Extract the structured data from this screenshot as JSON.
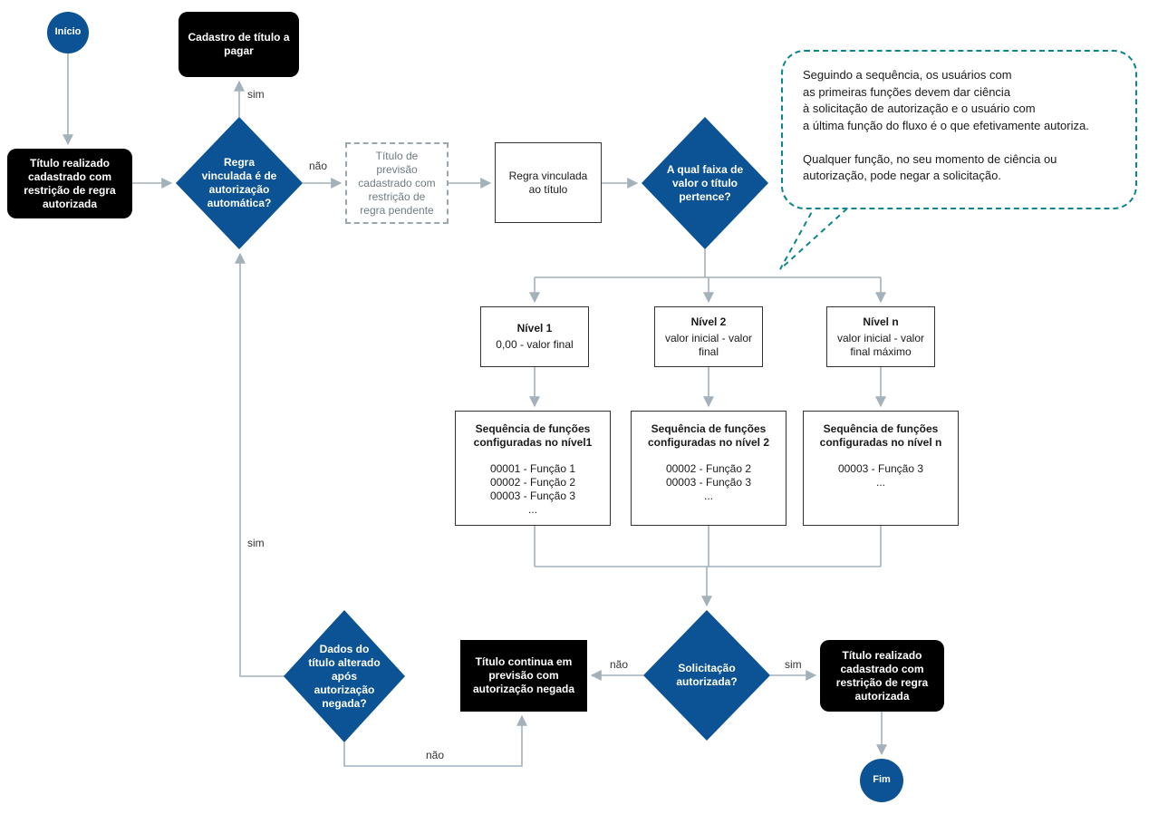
{
  "colors": {
    "node_blue": "#0b5394",
    "node_black": "#000000",
    "edge_gray": "#a3b1bb",
    "bubble_border_teal": "#0c858c",
    "dashed_box_border": "#9aa7ad"
  },
  "nodes": {
    "start": {
      "label": "Início"
    },
    "end": {
      "label": "Fim"
    },
    "cadastro_titulo": {
      "label": "Cadastro de título a pagar"
    },
    "titulo_realizado_left": {
      "label": "Título realizado cadastrado com restrição de regra autorizada"
    },
    "regra_decision": {
      "label": "Regra vinculada é de autorização automática?"
    },
    "titulo_previsao_pendente": {
      "label": "Título de previsão cadastrado com restrição de regra pendente"
    },
    "regra_vinculada_titulo": {
      "label": "Regra vinculada ao título"
    },
    "faixa_decision": {
      "label": "A qual faixa de valor o título pertence?"
    },
    "nivel1": {
      "title": "Nível 1",
      "subtitle": "0,00 - valor final"
    },
    "nivel2": {
      "title": "Nível 2",
      "subtitle": "valor inicial - valor final"
    },
    "niveln": {
      "title": "Nível n",
      "subtitle": "valor inicial - valor final máximo"
    },
    "seq1": {
      "title": "Sequência de funções configuradas no nível1",
      "items": [
        "00001 - Função 1",
        "00002 - Função 2",
        "00003 - Função 3",
        "..."
      ]
    },
    "seq2": {
      "title": "Sequência de funções configuradas no nível 2",
      "items": [
        "00002 - Função 2",
        "00003 - Função 3",
        "..."
      ]
    },
    "seqn": {
      "title": "Sequência de funções configuradas no nível n",
      "items": [
        "00003 - Função 3",
        "..."
      ]
    },
    "solicitacao_decision": {
      "label": "Solicitação autorizada?"
    },
    "titulo_continua": {
      "label": "Título continua em previsão com autorização negada"
    },
    "dados_decision": {
      "label": "Dados do título alterado após autorização negada?"
    },
    "titulo_realizado_right": {
      "label": "Título realizado cadastrado com restrição de regra autorizada"
    }
  },
  "edge_labels": {
    "regra_sim": "sim",
    "regra_nao": "não",
    "dados_sim": "sim",
    "dados_nao": "não",
    "solicitacao_nao": "não",
    "solicitacao_sim": "sim"
  },
  "annotation": {
    "lines": [
      "Seguindo a sequência, os usuários com",
      "as primeiras funções devem dar ciência",
      "à solicitação de autorização e o usuário com",
      "a última função do fluxo é o que efetivamente autoriza.",
      "",
      "Qualquer função, no seu momento de ciência ou",
      "autorização, pode negar a solicitação."
    ]
  }
}
